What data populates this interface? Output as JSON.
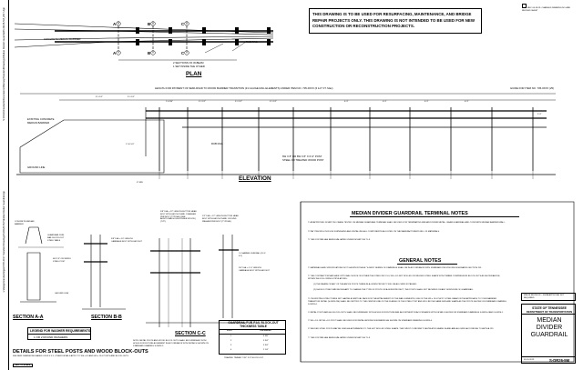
{
  "sidebar": {
    "path_text": "N:\\Chris\\Standards\\Documents\\Marmay\\Standard\\Drawings\\Median Divider Guardrail\\S-DR26-5M_2017.dgn",
    "ticker_text": "s:\\design\\standards\\gen\\ST8-2017 Standard Drawings\\S-DR26-5M Median Divider Guardrail.dgn",
    "scale_label": "NOT TO SCALE"
  },
  "header": {
    "warning": "THIS DRAWING IS TO BE USED FOR RESURFACING, MAINTENANCE, AND BRIDGE REPAIR PROJECTS ONLY. THIS DRAWING IS NOT INTENDED TO BE USED FOR NEW CONSTRUCTION OR RECONSTRUCTION PROJECTS."
  },
  "revision": {
    "label": "REV. 06-18-19: CHANGED DRAWING NO. AND REVISED SHEET"
  },
  "plan": {
    "title": "PLAN",
    "barrier_label": "CONCRETE MEDIAN BARRIER",
    "rubrail_label": "RUB RAIL",
    "sections_label": "2 SECTIONS OF W-BEAM",
    "sections_sub": "1 SET INSIDE THE OTHER",
    "markers": [
      "A",
      "A",
      "B",
      "B",
      "C",
      "C"
    ]
  },
  "elevation": {
    "title": "ELEVATION",
    "length_note": "LENGTH FOR PAYMENT OF SEMI-RIGID TO WOOD BARRIER TRANSITION (31 GAUGE RAIL ELEMENTS) UNDER ITEM NO. 705-0XXX (6 1/2\" FT. Max)",
    "ref_note": "GUIDE FOR ITEM NO. 705-0XXX (25)",
    "dims": [
      "3'-1 1/2\"",
      "3'-1 1/2\"",
      "1'-6 3/4\"",
      "3'-1 1/2\"",
      "3'-1 1/2\"",
      "3'-1 1/2\"",
      "6'-3\"",
      "6'-3\"",
      "6'-3\"",
      "6'-3\""
    ],
    "existing_label": "EXISTING CONCRETE MEDIAN BARRIER",
    "rub_label": "RUB RAIL",
    "ground_label": "GROUND LINE",
    "post_label": "6W X 8\" OR 8W X 8\" X 6'-0\" POST",
    "post_sub": "STEEL OR TREATED WOOD POST",
    "height_label": "1'-10 1/4\"",
    "depth_label": "6\" MIN",
    "height2": "2'-3\""
  },
  "details": {
    "title": "DETAILS FOR STEEL POSTS AND WOOD BLOCK-OUTS",
    "sub": "SEE NEW DIMENSIONS BASED ON W 6 X 9, OTHER DETAILS APPLY TO W6 x 8.5 AND W6 x 15.0 POSTS AND BLOCK-OUTS",
    "section_a": "SECTION A-A",
    "section_b": "SECTION B-B",
    "section_c": "SECTION C-C",
    "concrete_label": "CONCRETE MEDIAN BARRIER",
    "guardrail_label": "GUARDRAIL RUB-RAIL BLOCK-OUT STEEL TABLE",
    "post_note": "6W X 8\" OR W8X18 STEEL POST",
    "ground_label": "GROUND LINE",
    "bolt_note": "5/8\" DIA. x 22\" LENGTH BUTTON HEAD BOLT WITH HEX NUT AND 1 WASHER PER BOLT (TYPICAL) (SEE ADDITIONAL HOLES UNDER SPLICE) (TYP.)",
    "bolt_note2": "1/2\" DIA. x 12\" LENGTH BUTTON HEAD BOLT WITH HEX NUT AND 1 ROUND WASHER PER BOLT (TYPICAL)",
    "cap_note": "5/8\" DIA. x 10\" LENGTH CARRIAGE BOLT WITH HEX NUT",
    "rubrail_note": "C-CHANNEL RUB RAIL (C6 X 8.2)",
    "shim_note": "3/4\" DIA. x 1'-0\" LENGTH CARRIAGE BOLT WITH HEX NUT",
    "steel_note": "NOTE: METAL POSTS AND WOOD BLOCK OUTS SHALL BE FURNISHED WITH HOLES FOR FUTURE ALIGNMENT IN ACCORDANCE WITH DETAILS SHOWN ON STANDARD DRAWING S-DR26-5"
  },
  "washer_table": {
    "title": "LEGEND FOR WASHER REQUIREMENTS",
    "entry": "1 OR 2 ROUND WASHERS"
  },
  "thickness_table": {
    "title": "GUARDRAIL RUB-RAIL BLOCK-OUT THICKNESS TABLE",
    "headers": [
      "POST",
      "THICKNESS"
    ],
    "rows": [
      [
        "1",
        "4 5/8\""
      ],
      [
        "2",
        "3 3/4\""
      ],
      [
        "3",
        "3 3/4\""
      ],
      [
        "4",
        "2 1/4\""
      ]
    ],
    "footer": "TREATED TIMBER 7 3/4\" X 8\" BLOCK-OUT"
  },
  "terminal_notes": {
    "title": "MEDIAN DIVIDER GUARDRAIL TERMINAL NOTES",
    "items": [
      "AN APPROVED NCHRP 350 CRASH TESTED ON MEDIAN GUARDRAIL TERMINAL SHALL BE USED FOR TERMINATING MEDIAN DIVIDER METAL - BEAM GUARDRAIL AND CONCRETE MEDIAN BARRIER WALL.",
      "PAY ITEM WILL INCLUDE FURNISHING AND INSTALLING ALL COMPONENTS AS LISTED ON THE MANUFACTURER'S BILL OF MATERIALS.",
      "THIS SYSTEM HAS BEEN EVALUATED UNDER NCHRP 350 TL-3."
    ]
  },
  "general_notes": {
    "title": "GENERAL NOTES",
    "items": [
      "MATERIALS AND SPECIFICATIONS NOT SHOWN IN THESE \"S-DR26\" SERIES OF DRAWINGS SHALL BE IN ACCORDANCE WITH STANDARD PROVISIONS DESIGNATED SECTION 705.",
      "THE CONTRACTOR MAY HAVE OPTIONAL CHOICE OF EITHER THE STEEL W6 X 9.0, W6 x 8.5 NOT ROLLED OR WELDED STEEL SHAPE WITH TIMBER COMPRESSION BLOCK-OUTS AS SHOWN ABOVE, WITHIN THE FOLLOWING STIPULATIONS:",
      "(1) THE MEANS OF ANY OF THE ABOVE POSTS THREE-IN-A-GIVEN PROJECT, WILL BE ALLOWED IF PASSED.",
      "(2) SHOULD IT BECOME NECESSARY TO CHANGE THE TYPE OF POSTS ON A GIVEN PROJECT, THE POSTS SHALL NOT BE MIXED ON ANY GIVEN RUN OF GUARDRAIL.",
      "ON EXISTING STRUCTURES NOT HAVING A VERTICAL FACE FOR THE ATTACHMENT OF THE RAIL ELEMENTS, USE OF THE W6 x 15.0 PHOTO STEEL BEAM ON THE APPROACH TO YOUR BARRIER TRANSITION DETAIL (S-DR26-5M) SHALL BE OMITTED TO THE CENTER LINE OF THE FLANGE OF THE STEEL POST AND WILL BE THE SAME SIZE AND SHAPE AS THE POSTS SHOWN ON STANDARD DRAWING S-DR26-4.",
      "METAL POSTS AND ALL BLOCK-OUTS SHALL BE FURNISHED WITH HOLES FOR FUTURE RAIL ADJUSTMENT IN ACCORDANCE WITH DETAILS SHOWN ON STANDARD DRAWINGS S-DR26-4 AND S-DR26-1.",
      "W6 x 9.0 OR W6 x 8.5 POST SHALL BE USED FOR INSTALLATIONS DESIGNATED AS SHOWN ON STANDARD DRAWING S-DR26-4.",
      "WELDED STEEL POSTS MAY BE USED AS ALTERNATES TO THE HOT ROLLED STEEL SHAPE. THEY MUST CONFORM TO ASTM A709 GRADE 36 AND ARE ALLOWED ACCORDING TO ASTM A 123.",
      "THIS SYSTEM HAS BEEN EVALUATED UNDER NCHRP 350 TL-3."
    ]
  },
  "title_block": {
    "remark": "MINOR REVISION -- FHWA APPROVAL NOT REQUIRED",
    "state": "STATE OF TENNESSEE",
    "department": "DEPARTMENT OF TRANSPORTATION",
    "title1": "MEDIAN",
    "title2": "DIVIDER",
    "title3": "GUARDRAIL",
    "date": "05-16-2019",
    "drawing_no": "S-DR26-5M"
  }
}
